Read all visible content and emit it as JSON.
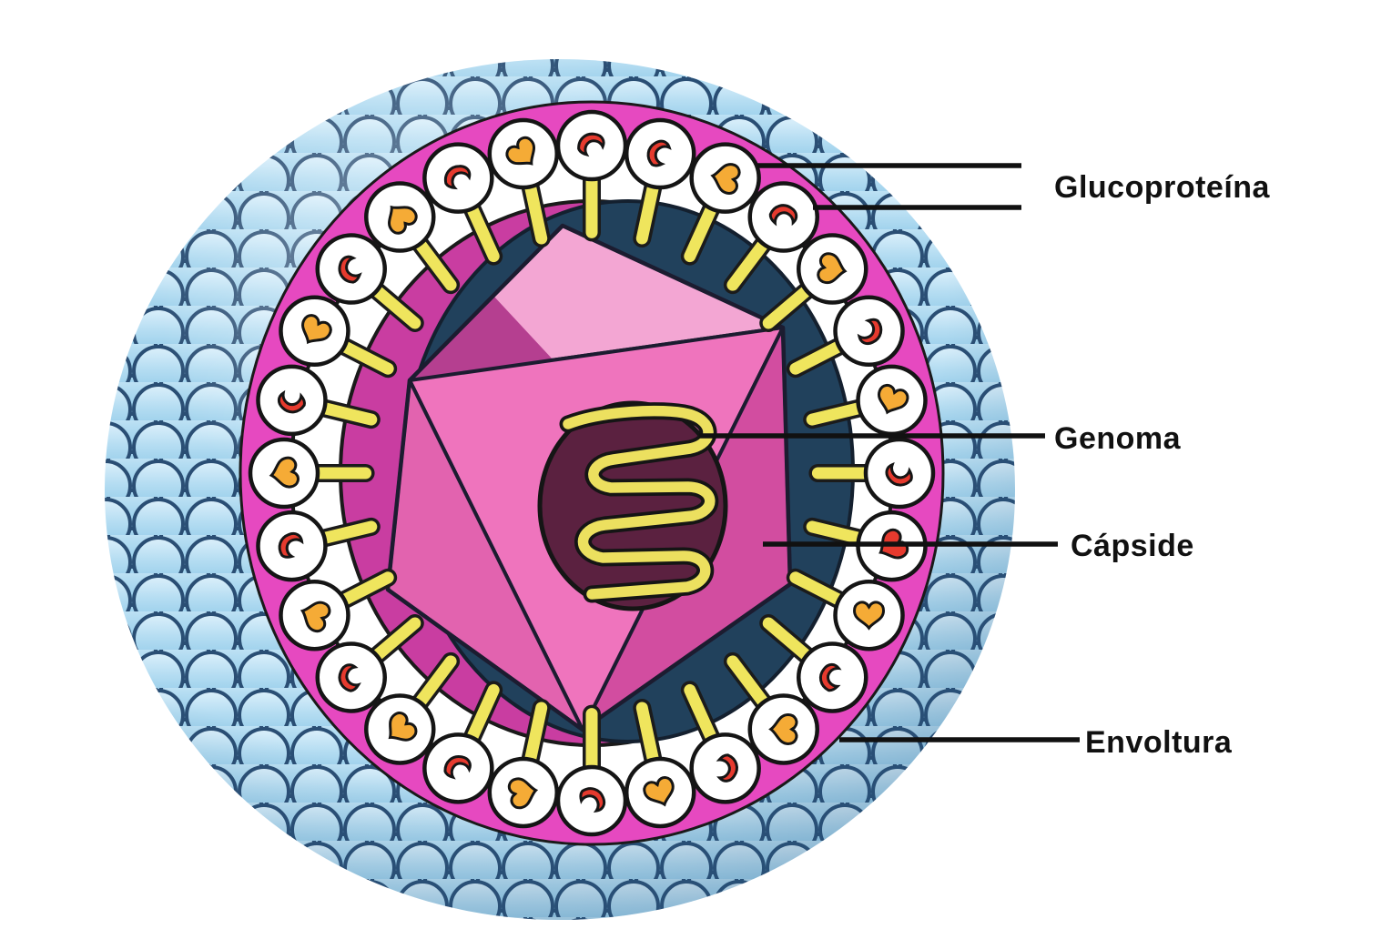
{
  "diagram": {
    "subject": "virus-structure",
    "labels": {
      "glucoproteina": "Glucoproteína",
      "genoma": "Genoma",
      "capside": "Cápside",
      "envoltura": "Envoltura"
    }
  },
  "colors": {
    "background": "#ffffff",
    "envelope_scale_base": "#a3d4ee",
    "envelope_outline": "#2a4e74",
    "membrane_magenta": "#e649c0",
    "membrane_white": "#ffffff",
    "inner_magenta": "#c93da1",
    "interior_navy": "#21415c",
    "capsid_top": "#f3a6d3",
    "capsid_center": "#ef74bd",
    "capsid_left": "#e263af",
    "capsid_right": "#d24da0",
    "capsid_shadow": "#b53f90",
    "capsid_outline": "#1c1c30",
    "genome_core": "#5b2140",
    "genome_strand": "#ece05f",
    "glyph_red": "#e63a2e",
    "glyph_orange": "#f5ab36",
    "stalk_yellow": "#efe55d",
    "outline_black": "#151515",
    "label_text": "#111111",
    "leader_line": "#111111"
  },
  "envelope_ring": {
    "count": 28,
    "head_radius": 37,
    "glyphs": [
      {
        "shape": "crescent",
        "color": "red",
        "rot": 15
      },
      {
        "shape": "crescent",
        "color": "red",
        "rot": -25
      },
      {
        "shape": "heart",
        "color": "orange",
        "rot": 100
      },
      {
        "shape": "crescent",
        "color": "red",
        "rot": 40
      },
      {
        "shape": "heart",
        "color": "orange",
        "rot": -80
      },
      {
        "shape": "crescent",
        "color": "red",
        "rot": 160
      },
      {
        "shape": "heart",
        "color": "orange",
        "rot": 20
      },
      {
        "shape": "crescent",
        "color": "red",
        "rot": -120
      },
      {
        "shape": "heart",
        "color": "red",
        "rot": 60
      },
      {
        "shape": "heart",
        "color": "orange",
        "rot": 0
      },
      {
        "shape": "crescent",
        "color": "red",
        "rot": -45
      },
      {
        "shape": "heart",
        "color": "orange",
        "rot": 90
      },
      {
        "shape": "crescent",
        "color": "red",
        "rot": 130
      },
      {
        "shape": "heart",
        "color": "orange",
        "rot": -20
      },
      {
        "shape": "crescent",
        "color": "red",
        "rot": 75
      },
      {
        "shape": "heart",
        "color": "orange",
        "rot": -100
      },
      {
        "shape": "crescent",
        "color": "red",
        "rot": 15
      },
      {
        "shape": "heart",
        "color": "orange",
        "rot": 50
      },
      {
        "shape": "crescent",
        "color": "red",
        "rot": -60
      },
      {
        "shape": "heart",
        "color": "orange",
        "rot": 110
      },
      {
        "shape": "crescent",
        "color": "red",
        "rot": -15
      },
      {
        "shape": "heart",
        "color": "orange",
        "rot": 80
      },
      {
        "shape": "crescent",
        "color": "red",
        "rot": -130
      },
      {
        "shape": "heart",
        "color": "orange",
        "rot": 30
      },
      {
        "shape": "crescent",
        "color": "red",
        "rot": -70
      },
      {
        "shape": "heart",
        "color": "orange",
        "rot": 140
      },
      {
        "shape": "crescent",
        "color": "red",
        "rot": 5
      },
      {
        "shape": "heart",
        "color": "orange",
        "rot": -40
      }
    ]
  }
}
